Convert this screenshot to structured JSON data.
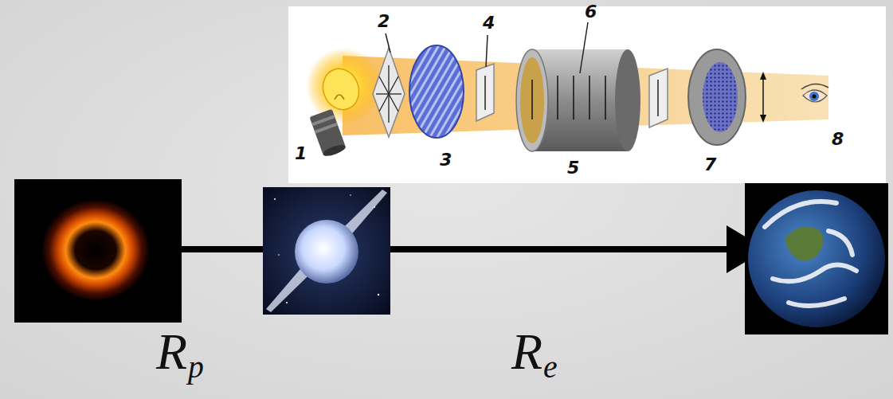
{
  "diagram": {
    "labels": [
      "1",
      "2",
      "3",
      "4",
      "5",
      "6",
      "7",
      "8",
      "Rp",
      "Re"
    ]
  }
}
